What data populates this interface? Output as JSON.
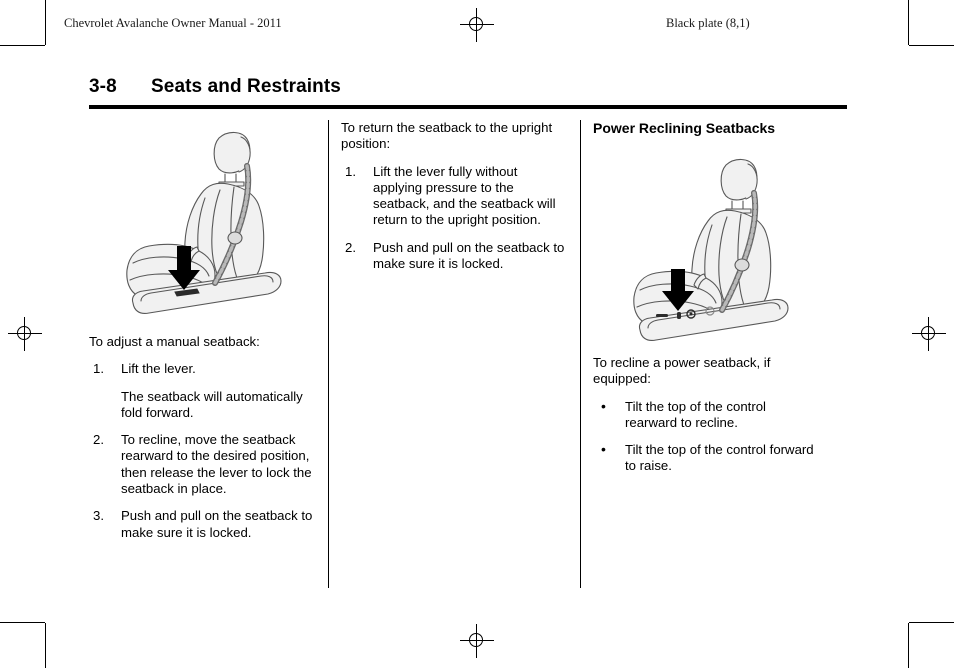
{
  "header": {
    "left_running_head": "Chevrolet Avalanche Owner Manual - 2011",
    "right_running_head": "Black plate (8,1)"
  },
  "title": {
    "page_number": "3-8",
    "section_name": "Seats and Restraints"
  },
  "columns": {
    "left": {
      "figure_caption": "manual-seatback-illustration",
      "intro": "To adjust a manual seatback:",
      "steps": [
        {
          "marker": "1.",
          "text": "Lift the lever.",
          "sub_text": "The seatback will automatically fold forward."
        },
        {
          "marker": "2.",
          "text": "To recline, move the seatback rearward to the desired position, then release the lever to lock the seatback in place."
        },
        {
          "marker": "3.",
          "text": "Push and pull on the seatback to make sure it is locked."
        }
      ]
    },
    "middle": {
      "intro": "To return the seatback to the upright position:",
      "steps": [
        {
          "marker": "1.",
          "text": "Lift the lever fully without applying pressure to the seatback, and the seatback will return to the upright position."
        },
        {
          "marker": "2.",
          "text": "Push and pull on the seatback to make sure it is locked."
        }
      ]
    },
    "right": {
      "heading": "Power Reclining Seatbacks",
      "figure_caption": "power-seatback-illustration",
      "intro": "To recline a power seatback, if equipped:",
      "bullets": [
        {
          "marker": "•",
          "text": "Tilt the top of the control rearward to recline."
        },
        {
          "marker": "•",
          "text": "Tilt the top of the control forward to raise."
        }
      ]
    }
  },
  "colors": {
    "text": "#000000",
    "rule": "#000000",
    "illustration_fill": "#f0f0f0",
    "illustration_stroke": "#4d4d4d",
    "arrow": "#000000"
  }
}
